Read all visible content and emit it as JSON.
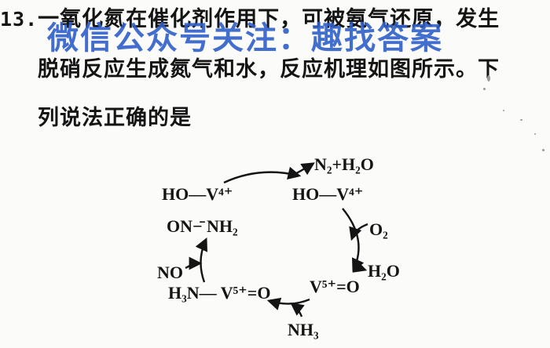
{
  "question": {
    "number": "13.",
    "line1_rest": "一氧化氮在催化剂作用下，可被氨气还原，发生",
    "line2": "脱硝反应生成氮气和水，反应机理如图所示。下",
    "line3": "列说法正确的是"
  },
  "watermark": "微信公众号关注：趣找答案",
  "mechanism": {
    "top_left_1": "HO—V⁴⁺",
    "top_left_2": "ON−̄ NH₂",
    "top_right": "HO—V⁴⁺",
    "bottom_right": "V⁵⁺=O",
    "bottom_left": "H₃N— V⁵⁺=O",
    "product_n2_h2o": "N₂+H₂O",
    "reactant_o2": "O₂",
    "product_h2o": "H₂O",
    "reactant_nh3": "NH₃",
    "reactant_no": "NO"
  },
  "colors": {
    "text": "#141414",
    "watermark": "#2f5fc9"
  }
}
